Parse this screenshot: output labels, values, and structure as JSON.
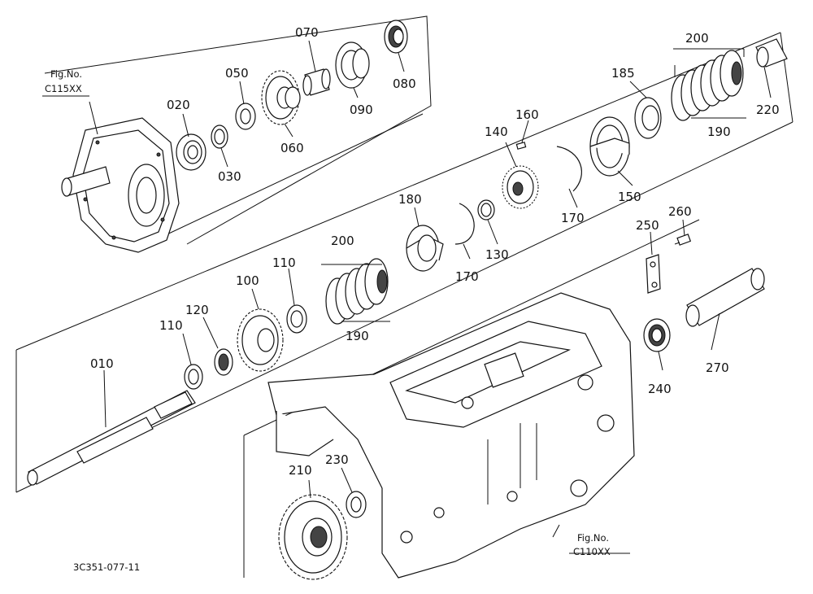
{
  "figure_refs": [
    {
      "line1": "Fig.No.",
      "line2": "C115XX"
    },
    {
      "line1": "Fig.No.",
      "line2": "C110XX"
    }
  ],
  "drawing_id": "3C351-077-11",
  "callouts": {
    "p010": "010",
    "p020": "020",
    "p030": "030",
    "p050": "050",
    "p060": "060",
    "p070": "070",
    "p080": "080",
    "p090": "090",
    "p100": "100",
    "p110a": "110",
    "p110b": "110",
    "p120": "120",
    "p130": "130",
    "p140": "140",
    "p150": "150",
    "p160": "160",
    "p170a": "170",
    "p170b": "170",
    "p180": "180",
    "p185": "185",
    "p190a": "190",
    "p190b": "190",
    "p200a": "200",
    "p200b": "200",
    "p210": "210",
    "p220": "220",
    "p230": "230",
    "p240": "240",
    "p250": "250",
    "p260": "260",
    "p270": "270"
  }
}
